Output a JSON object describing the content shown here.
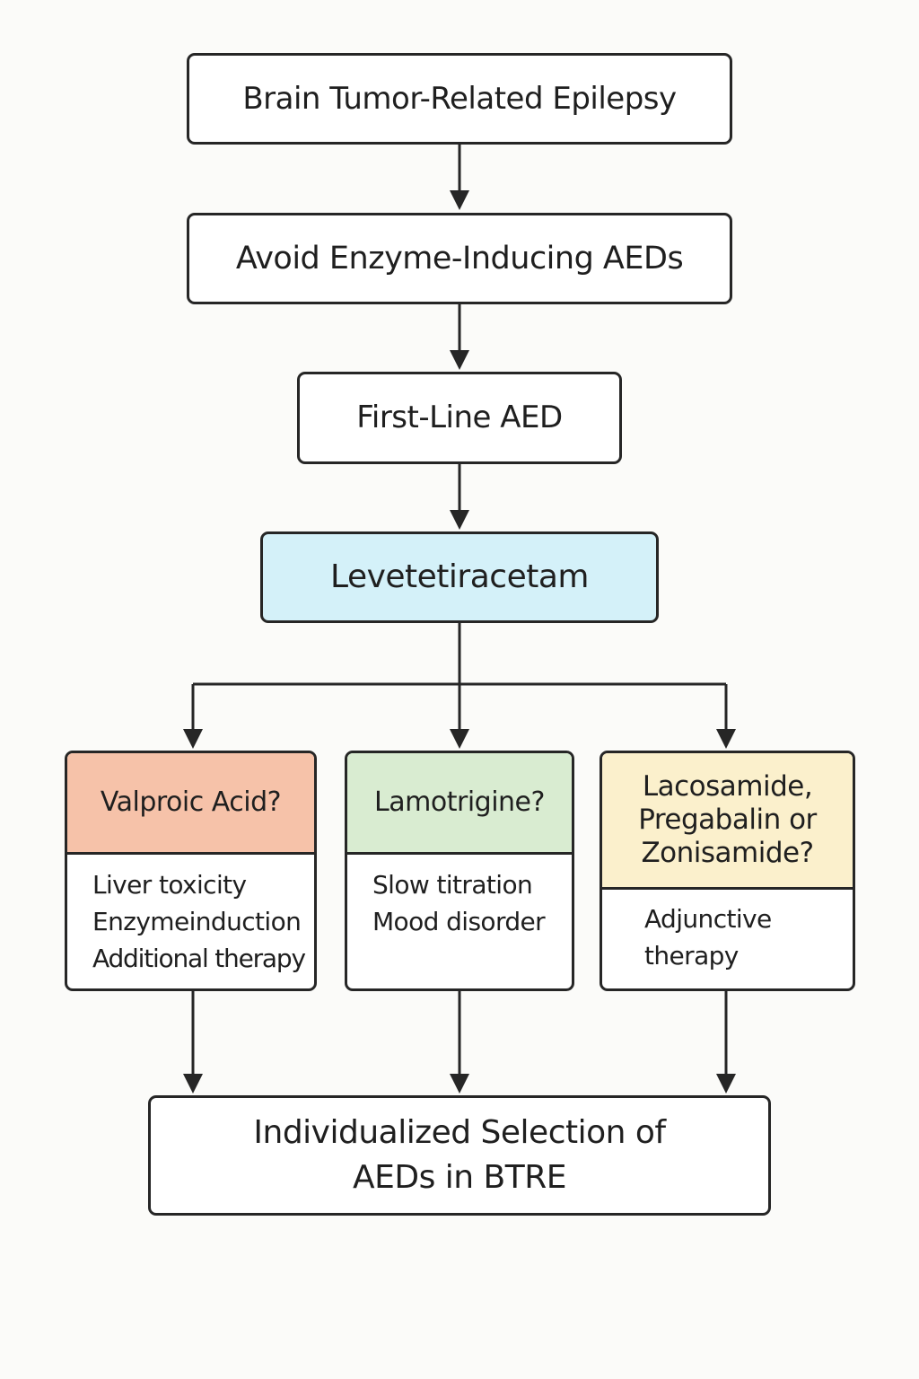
{
  "colors": {
    "line": "#262626",
    "highlight_fill": "#d4f1f9",
    "valproic_header": "#f6c2a9",
    "lamotrigine_header": "#d9ecd1",
    "lacosamide_header": "#fbf0cc",
    "background": "#fbfbf9"
  },
  "nodes": {
    "epilepsy": "Brain Tumor-Related Epilepsy",
    "avoid": "Avoid Enzyme-Inducing AEDs",
    "first_line": "First-Line AED",
    "levetiracetam": "Levetetiracetam",
    "final_line1": "Individualized Selection of",
    "final_line2": "AEDs in BTRE"
  },
  "options": [
    {
      "title_lines": [
        "Valproic Acid?"
      ],
      "notes": [
        "Liver toxicity",
        "Enzymeinduction",
        "Additional therapy"
      ]
    },
    {
      "title_lines": [
        "Lamotrigine?"
      ],
      "notes": [
        "Slow titration",
        "Mood disorder"
      ]
    },
    {
      "title_lines": [
        "Lacosamide,",
        "Pregabalin or",
        "Zonisamide?"
      ],
      "notes": [
        "Adjunctive",
        "therapy"
      ]
    }
  ]
}
